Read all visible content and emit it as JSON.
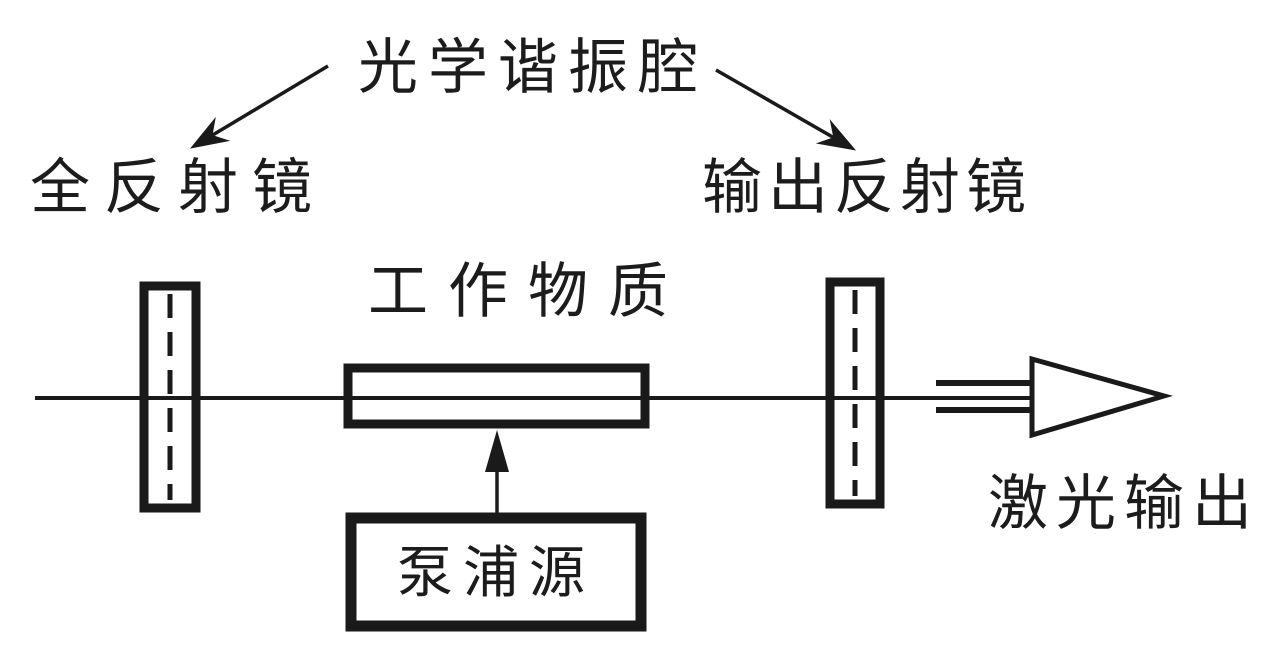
{
  "labels": {
    "cavity": "光学谐振腔",
    "full_mirror": "全反射镜",
    "output_mirror": "输出反射镜",
    "gain_medium": "工作物质",
    "pump_source": "泵浦源",
    "laser_output": "激光输出"
  },
  "colors": {
    "ink": "#1a1a1a",
    "background": "#ffffff"
  }
}
